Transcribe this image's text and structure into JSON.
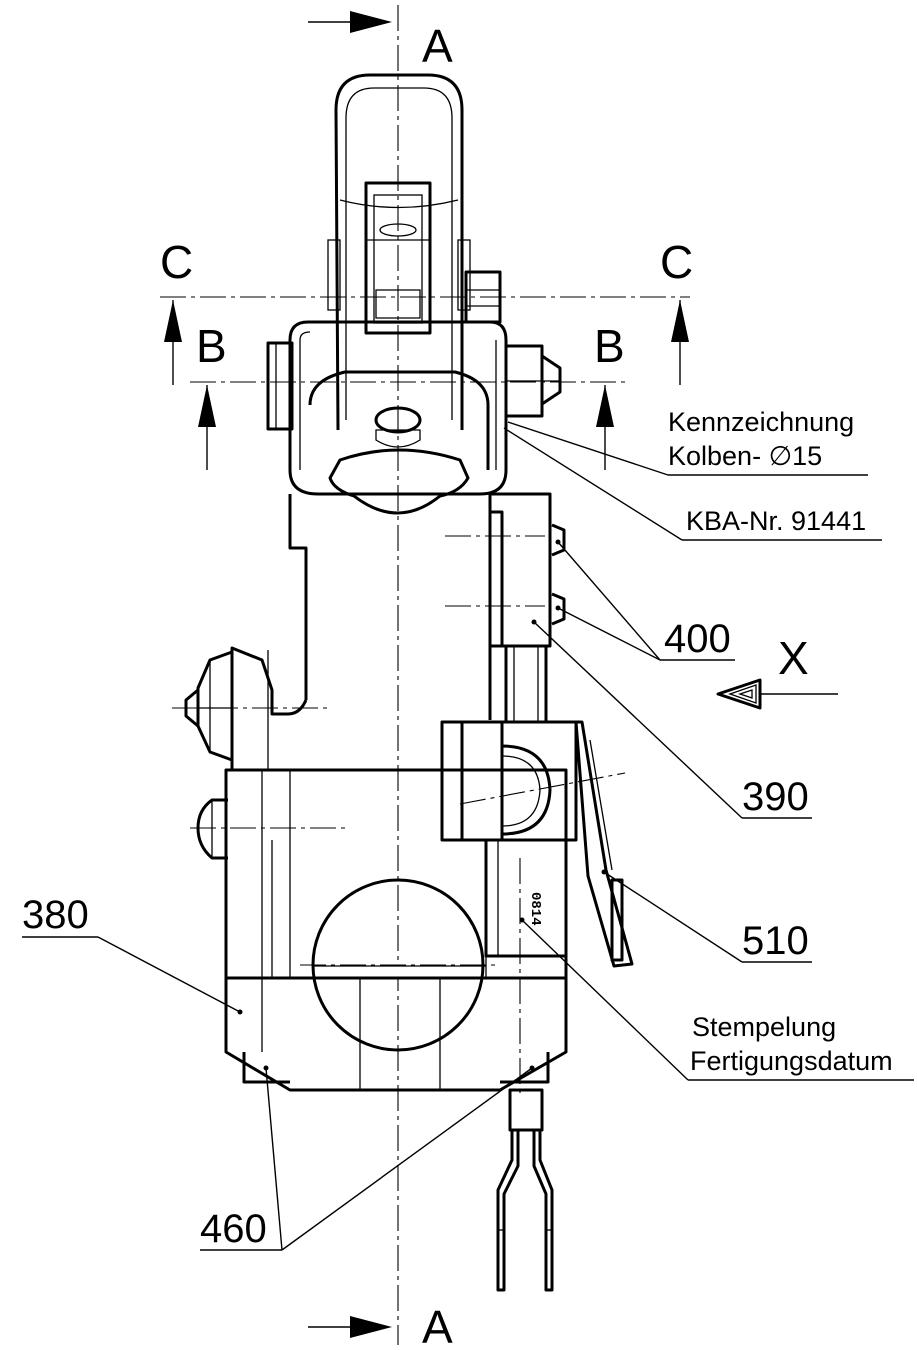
{
  "section_labels": {
    "a_top": "A",
    "a_bottom": "A",
    "b_left": "B",
    "b_right": "B",
    "c_left": "C",
    "c_right": "C",
    "view_x": "X"
  },
  "annotations": {
    "kennzeichnung_line1": "Kennzeichnung",
    "kennzeichnung_line2": "Kolben- ∅15",
    "kba": "KBA-Nr. 91441",
    "stempelung_line1": "Stempelung",
    "stempelung_line2": "Fertigungsdatum",
    "stamp_code": "0814"
  },
  "part_numbers": {
    "p400": "400",
    "p390": "390",
    "p510": "510",
    "p380": "380",
    "p460": "460"
  }
}
